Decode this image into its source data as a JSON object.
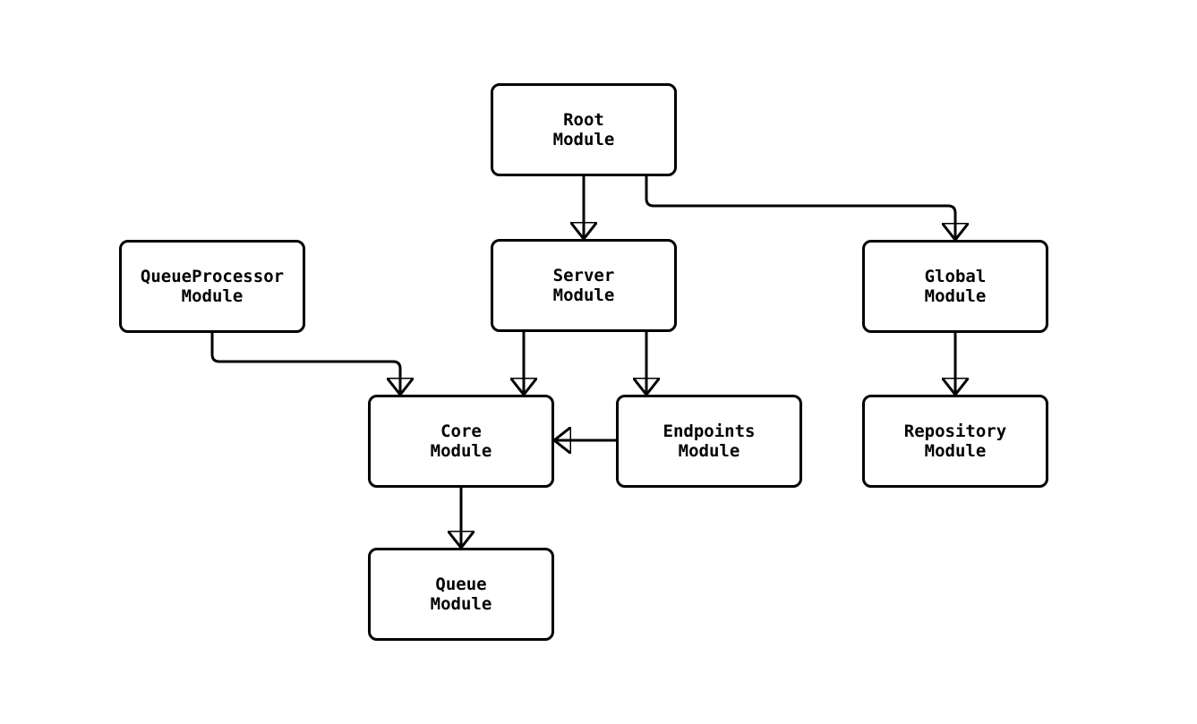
{
  "diagram": {
    "type": "module-dependency-flowchart",
    "direction": "top-down",
    "colors": {
      "background": "#ffffff",
      "node_fill": "#ffffff",
      "node_border": "#000000",
      "edge": "#000000",
      "text": "#000000"
    },
    "nodes": [
      {
        "id": "root",
        "line1": "Root",
        "line2": "Module"
      },
      {
        "id": "server",
        "line1": "Server",
        "line2": "Module"
      },
      {
        "id": "queueprocessor",
        "line1": "QueueProcessor",
        "line2": "Module"
      },
      {
        "id": "global",
        "line1": "Global",
        "line2": "Module"
      },
      {
        "id": "core",
        "line1": "Core",
        "line2": "Module"
      },
      {
        "id": "endpoints",
        "line1": "Endpoints",
        "line2": "Module"
      },
      {
        "id": "repository",
        "line1": "Repository",
        "line2": "Module"
      },
      {
        "id": "queue",
        "line1": "Queue",
        "line2": "Module"
      }
    ],
    "edges": [
      {
        "from": "Root Module",
        "to": "Server Module"
      },
      {
        "from": "Root Module",
        "to": "Global Module"
      },
      {
        "from": "QueueProcessor Module",
        "to": "Core Module"
      },
      {
        "from": "Server Module",
        "to": "Core Module"
      },
      {
        "from": "Server Module",
        "to": "Endpoints Module"
      },
      {
        "from": "Endpoints Module",
        "to": "Core Module"
      },
      {
        "from": "Global Module",
        "to": "Repository Module"
      },
      {
        "from": "Core Module",
        "to": "Queue Module"
      }
    ]
  }
}
